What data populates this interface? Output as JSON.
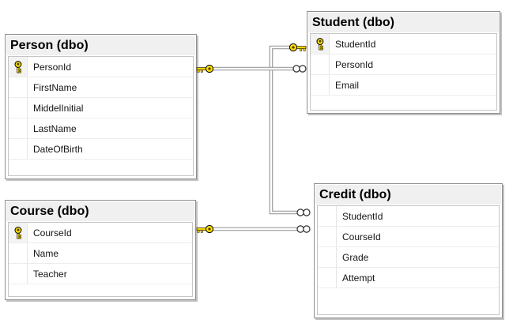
{
  "tables": [
    {
      "title": "Person (dbo)",
      "columns": [
        {
          "name": "PersonId",
          "is_primary_key": true
        },
        {
          "name": "FirstName",
          "is_primary_key": false
        },
        {
          "name": "MiddelInitial",
          "is_primary_key": false
        },
        {
          "name": "LastName",
          "is_primary_key": false
        },
        {
          "name": "DateOfBirth",
          "is_primary_key": false
        }
      ]
    },
    {
      "title": "Student (dbo)",
      "columns": [
        {
          "name": "StudentId",
          "is_primary_key": true
        },
        {
          "name": "PersonId",
          "is_primary_key": false
        },
        {
          "name": "Email",
          "is_primary_key": false
        }
      ]
    },
    {
      "title": "Course (dbo)",
      "columns": [
        {
          "name": "CourseId",
          "is_primary_key": true
        },
        {
          "name": "Name",
          "is_primary_key": false
        },
        {
          "name": "Teacher",
          "is_primary_key": false
        }
      ]
    },
    {
      "title": "Credit (dbo)",
      "columns": [
        {
          "name": "StudentId",
          "is_primary_key": false
        },
        {
          "name": "CourseId",
          "is_primary_key": false
        },
        {
          "name": "Grade",
          "is_primary_key": false
        },
        {
          "name": "Attempt",
          "is_primary_key": false
        }
      ]
    }
  ],
  "relationships": [
    {
      "one_side": {
        "table": "Person (dbo)",
        "column": "PersonId",
        "symbol": "key"
      },
      "many_side": {
        "table": "Student (dbo)",
        "column": "PersonId",
        "symbol": "infinity"
      },
      "cardinality": "one-to-many"
    },
    {
      "one_side": {
        "table": "Student (dbo)",
        "column": "StudentId",
        "symbol": "key"
      },
      "many_side": {
        "table": "Credit (dbo)",
        "column": "StudentId",
        "symbol": "infinity"
      },
      "cardinality": "one-to-many"
    },
    {
      "one_side": {
        "table": "Course (dbo)",
        "column": "CourseId",
        "symbol": "key"
      },
      "many_side": {
        "table": "Credit (dbo)",
        "column": "CourseId",
        "symbol": "infinity"
      },
      "cardinality": "one-to-many"
    }
  ],
  "colors": {
    "canvas_bg": "#ffffff",
    "node_border": "#8f8f8f",
    "header_bg": "#f0f0f0",
    "grid_border": "#c5c5c5",
    "row_separator": "#ededed",
    "relationship_line": "#9b9b9b",
    "key_icon": "#ffdf00",
    "text": "#141414"
  }
}
